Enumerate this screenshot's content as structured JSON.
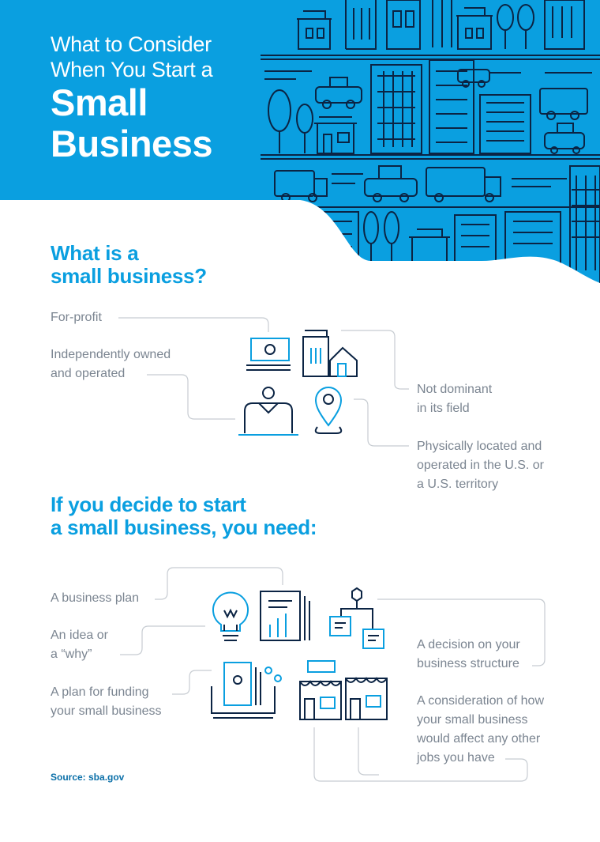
{
  "header": {
    "title_line1": "What to Consider",
    "title_line2": "When You Start a",
    "title_line3": "Small",
    "title_line4": "Business"
  },
  "section1": {
    "heading_line1": "What is a",
    "heading_line2": "small business?",
    "labels": {
      "for_profit": "For-profit",
      "independent_line1": "Independently owned",
      "independent_line2": "and operated",
      "not_dominant_line1": "Not dominant",
      "not_dominant_line2": "in its field",
      "located_line1": "Physically located and",
      "located_line2": "operated in the U.S. or",
      "located_line3": "a U.S. territory"
    }
  },
  "section2": {
    "heading_line1": "If you decide to start",
    "heading_line2": "a small business, you need:",
    "labels": {
      "plan": "A business plan",
      "idea_line1": "An idea or",
      "idea_line2": "a “why”",
      "funding_line1": "A plan for funding",
      "funding_line2": "your small business",
      "structure_line1": "A decision on your",
      "structure_line2": "business structure",
      "jobs_line1": "A consideration of how",
      "jobs_line2": "your small business",
      "jobs_line3": "would affect any other",
      "jobs_line4": "jobs you have"
    }
  },
  "source": "Source: sba.gov",
  "colors": {
    "brand_blue": "#0a9fe0",
    "navy": "#0b2444",
    "label_gray": "#7b8591",
    "connector": "#c7ccd2"
  },
  "icons": [
    "city-illustration",
    "money-icon",
    "office-building-icon",
    "house-icon",
    "person-icon",
    "location-pin-icon",
    "lightbulb-icon",
    "document-chart-icon",
    "org-chart-icon",
    "funding-icon",
    "storefront-icon"
  ]
}
